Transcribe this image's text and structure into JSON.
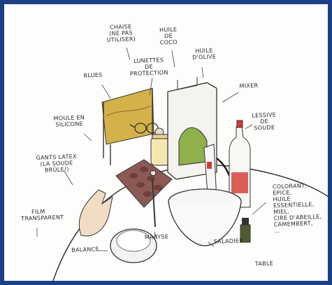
{
  "colors": {
    "frame": "#1d3f86",
    "paper": "#fdfdfb",
    "ink": "#2a2a2a",
    "mold": "#8c5a55",
    "glove": "#f1dcc4",
    "blue_chair": "#d4b24a",
    "oil_green": "#8fb04a",
    "lye_red": "#d5382f"
  },
  "labels": {
    "chaise": "CHAISE\n(NE PAS UTILISER)",
    "huile_coco": "HUILE\nDE\nCOCO",
    "huile_olive": "HUILE\nD'OLIVE",
    "lunettes": "LUNETTES\nDE PROTECTION",
    "blues": "BLUES",
    "mixer": "MIXER",
    "moule": "MOULE EN\nSILICONE",
    "lessive": "LESSIVE\nDE\nSOUDE",
    "gants": "GANTS LATEX\n(LA SOUDE BRÛLE!)",
    "film": "FILM\nTRANSPARENT",
    "colorant": "COLORANT,\nEPICE,\nHUILE ESSENTIELLE,\nMIEL,\nCIRE D'ABEILLE,\nCAMEMBERT,\n...",
    "balance": "BALANCE",
    "maryse": "MARYSE",
    "saladier": "SALADIER",
    "table": "TABLE"
  }
}
